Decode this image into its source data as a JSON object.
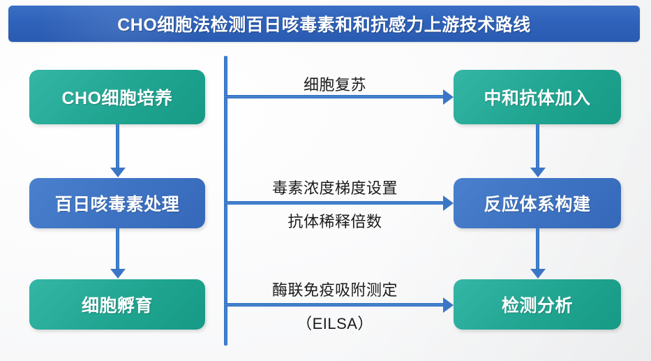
{
  "header": {
    "title": "CHO细胞法检测百日咳毒素和和抗感力上游技术路线",
    "bar_color": "#2f62ba"
  },
  "theme": {
    "green": "#20a591",
    "blue": "#3d72c2",
    "connector": "#3b76c6",
    "background": "#f7f8f9",
    "label_text": "#1b1b1b"
  },
  "flow": {
    "left_column": [
      {
        "label": "CHO细胞培养",
        "color": "green"
      },
      {
        "label": "百日咳毒素处理",
        "color": "blue"
      },
      {
        "label": "细胞孵育",
        "color": "green"
      }
    ],
    "right_column": [
      {
        "label": "中和抗体加入",
        "color": "green"
      },
      {
        "label": "反应体系构建",
        "color": "blue"
      },
      {
        "label": "检测分析",
        "color": "green"
      }
    ],
    "edge_labels": [
      {
        "line1": "细胞复苏",
        "line2": ""
      },
      {
        "line1": "毒素浓度梯度设置",
        "line2": "抗体稀释倍数"
      },
      {
        "line1": "酶联免疫吸附测定",
        "line2": "（EILSA）"
      }
    ]
  }
}
